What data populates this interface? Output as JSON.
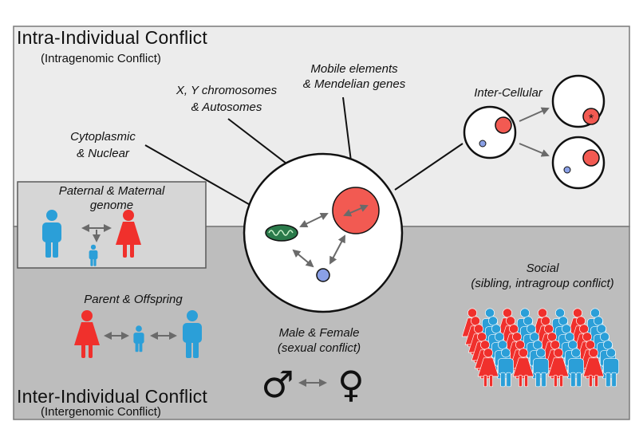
{
  "titles": {
    "intra": "Intra-Individual Conflict",
    "intra_sub": "(Intragenomic Conflict)",
    "inter": "Inter-Individual Conflict",
    "inter_sub": "(Intergenomic Conflict)"
  },
  "labels": {
    "mobile_1": "Mobile elements",
    "mobile_2": "& Mendelian genes",
    "xy_1": "X, Y chromosomes",
    "xy_2": "&  Autosomes",
    "cyto_1": "Cytoplasmic",
    "cyto_2": "& Nuclear",
    "intercellular": "Inter-Cellular",
    "paternal_1": "Paternal & Maternal",
    "paternal_2": "genome",
    "parent_offspring": "Parent & Offspring",
    "male_female_1": "Male & Female",
    "male_female_2": "(sexual conflict)",
    "social_1": "Social",
    "social_2": "(sibling, intragroup conflict)"
  },
  "symbols": {
    "male": "♂",
    "female": "♀",
    "star": "*"
  },
  "colors": {
    "blue_person": "#2b9fd8",
    "red_person": "#f0302c",
    "red_circle": "#f25a52",
    "blue_dot": "#8aa0e6",
    "mito": "#2a7a4a",
    "top_bg": "#ececec",
    "bottom_bg": "#bdbdbd"
  }
}
